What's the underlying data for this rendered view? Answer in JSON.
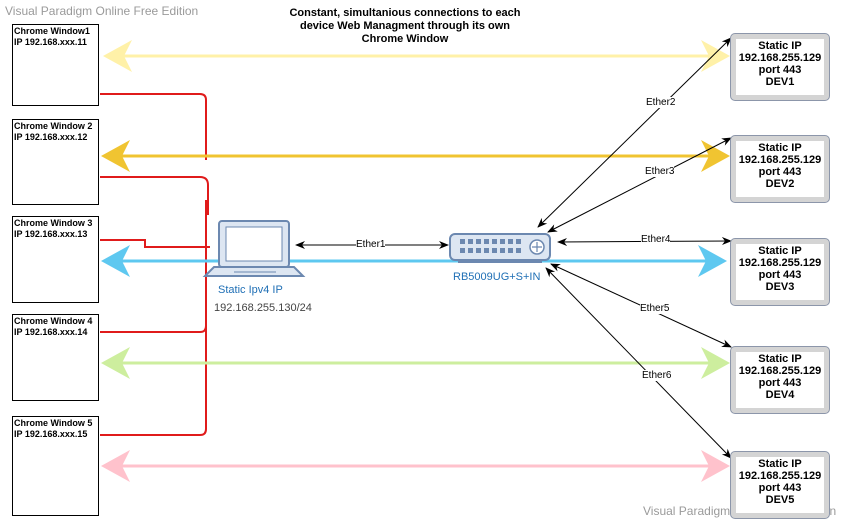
{
  "watermark": "Visual Paradigm Online Free Edition",
  "title_lines": [
    "Constant, simultanious connections to each",
    "device Web Managment through its own",
    "Chrome Window"
  ],
  "chrome_windows": [
    {
      "name": "Chrome Window1",
      "ip": "IP 192.168.xxx.11"
    },
    {
      "name": "Chrome Window 2",
      "ip": "IP 192.168.xxx.12"
    },
    {
      "name": "Chrome Window 3",
      "ip": "IP 192.168.xxx.13"
    },
    {
      "name": "Chrome Window 4",
      "ip": "IP 192.168.xxx.14"
    },
    {
      "name": "Chrome Window 5",
      "ip": "IP 192.168.xxx.15"
    }
  ],
  "devices": [
    {
      "line1": "Static IP",
      "ip": "192.168.255.129",
      "port": "port 443",
      "name": "DEV1"
    },
    {
      "line1": "Static IP",
      "ip": "192.168.255.129",
      "port": "port 443",
      "name": "DEV2"
    },
    {
      "line1": "Static IP",
      "ip": "192.168.255.129",
      "port": "port 443",
      "name": "DEV3"
    },
    {
      "line1": "Static IP",
      "ip": "192.168.255.129",
      "port": "port 443",
      "name": "DEV4"
    },
    {
      "line1": "Static IP",
      "ip": "192.168.255.129",
      "port": "port 443",
      "name": "DEV5"
    }
  ],
  "laptop": {
    "label": "Static Ipv4 IP",
    "ip": "192.168.255.130/24"
  },
  "router": {
    "label": "RB5009UG+S+IN"
  },
  "links": {
    "ether1": "Ether1",
    "ether2": "Ether2",
    "ether3": "Ether3",
    "ether4": "Ether4",
    "ether5": "Ether5",
    "ether6": "Ether6"
  },
  "colors": {
    "dev1": "#fff1a8",
    "dev2": "#f0c431",
    "dev3": "#5ec8f0",
    "dev4": "#cdee9e",
    "dev5": "#ffc2cc",
    "red": "#e01b1b",
    "router_fill": "#dde6f2",
    "router_stroke": "#6c88b0"
  }
}
